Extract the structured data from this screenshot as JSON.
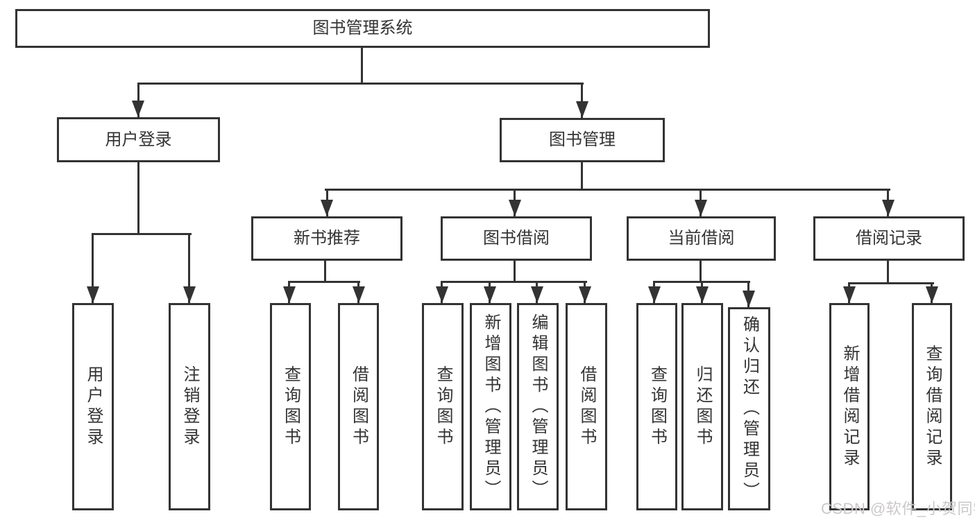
{
  "tree": {
    "root": "图书管理系统",
    "level2": [
      "用户登录",
      "图书管理"
    ],
    "level3": [
      "新书推荐",
      "图书借阅",
      "当前借阅",
      "借阅记录"
    ],
    "leaves": {
      "user_login": [
        "用户登录",
        "注销登录"
      ],
      "new_book_recommend": [
        "查询图书",
        "借阅图书"
      ],
      "book_borrow": [
        "查询图书",
        "新增图书（管理员）",
        "编辑图书（管理员）",
        "借阅图书"
      ],
      "current_borrow": [
        "查询图书",
        "归还图书",
        "确认归还（管理员）"
      ],
      "borrow_record": [
        "新增借阅记录",
        "查询借阅记录"
      ]
    }
  },
  "watermark": "CSDN @软件_小贺同学",
  "colors": {
    "line": "#333333",
    "text": "#333333",
    "box_fill": "#ffffff",
    "background": "#ffffff",
    "watermark": "#cbc8c8"
  }
}
